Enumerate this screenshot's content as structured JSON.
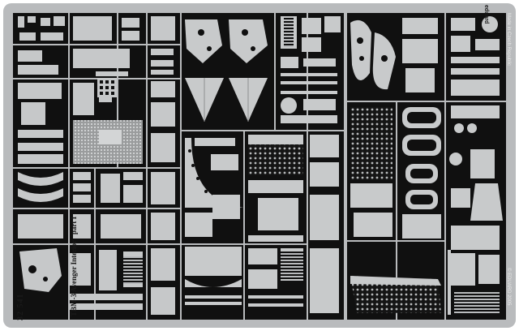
{
  "sheet": {
    "brand": "eduard",
    "made_in": "Made in Czech Republic",
    "copyright": "© EDUARD 2005",
    "kit_code": "32 541",
    "title": "TBM-3 Avenger Interior",
    "sub": "part I"
  },
  "colors": {
    "fret_metal": "#b9bbbd",
    "background": "#101010",
    "part_light": "#c8cacb",
    "part_dark": "#8e9091"
  }
}
